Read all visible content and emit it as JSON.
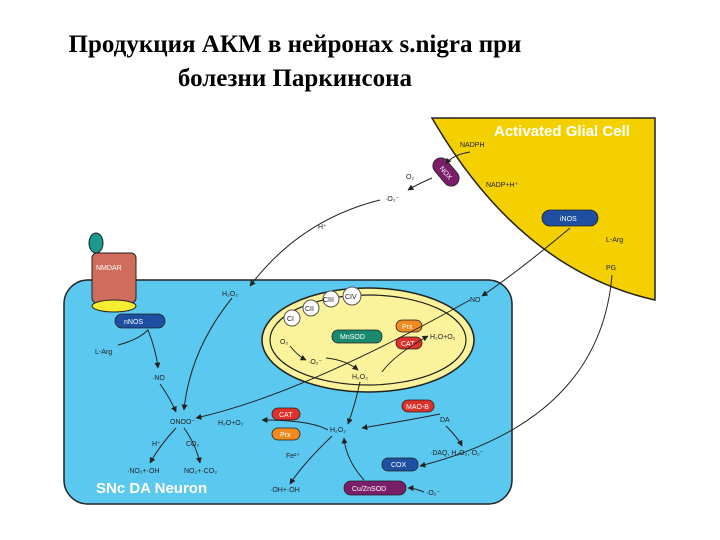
{
  "title": {
    "line1": "Продукция АКМ в нейронах s.nigra при",
    "line2": "болезни Паркинсона"
  },
  "diagram": {
    "glial_cell_title": "Activated Glial Cell",
    "neuron_title": "SNc DA Neuron",
    "receptor": "NMDAR",
    "nnos": "nNOS",
    "l_arg_neuron": "L-Arg",
    "no_neuron": "·NO",
    "peroxynitrite": "ONOO⁻",
    "h_plus_left": "H⁺",
    "co2": "CO₂",
    "no2_oh": "·NO₂+·OH",
    "no2_co3": "NO₂+·CO₃",
    "nadph": "NADPH",
    "nox": "NOX",
    "o2_glial": "O₂",
    "nadp": "NADP+H⁺",
    "superoxide_out": "·O₂⁻",
    "h_plus_top": "H⁺",
    "inos": "iNOS",
    "l_arg_glial": "L-Arg",
    "pg": "PG",
    "no_glial": "NO",
    "h2o2_top": "H₂O₂",
    "complexes": [
      "CI",
      "CII",
      "CIII",
      "CIV"
    ],
    "o2_mito": "O₂",
    "superoxide_mito": "·O₂⁻",
    "mnsod": "MnSOD",
    "h2o2_mito": "H₂O₂",
    "prx_mito": "Prx",
    "cat_mito": "CAT",
    "h2o_o2_mito": "H₂O+O₂",
    "cat_cyto": "CAT",
    "prx_cyto": "Prx",
    "h2o_o2_cyto": "H₂O+O₂",
    "h2o2_cyto": "H₂O₂",
    "fe": "Fe²⁺",
    "oh": "·OH+·OH",
    "maob": "MAO-B",
    "da": "DA",
    "daq": "·DAQ, H₂O₂,·O₂⁻",
    "cox": "COX",
    "cuznsod": "Cu/ZnSOD",
    "superoxide_cyto": "·O₂⁻"
  },
  "colors": {
    "neuron_fill": "#5bc8f0",
    "glial_fill": "#f5d000",
    "mito_fill": "#fbf39b",
    "enzyme_blue": "#1e4fa0",
    "enzyme_red": "#e0302a",
    "enzyme_orange": "#f08a1e",
    "enzyme_purple": "#7a1e6a",
    "enzyme_teal": "#1a8a6e",
    "nmdar_fill": "#d06c5c",
    "receptor_green": "#1a9a8a"
  }
}
